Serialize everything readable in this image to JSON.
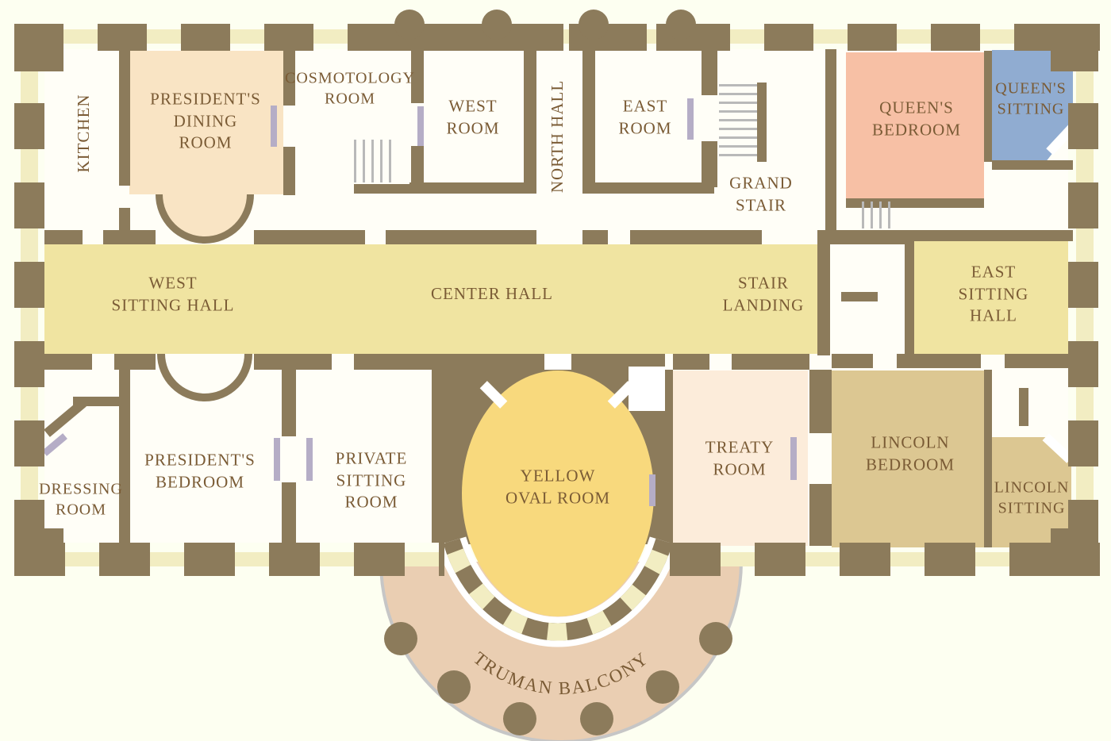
{
  "palette": {
    "page_bg": "#fdfff1",
    "interior_white": "#fffef7",
    "wall": "#8c7b5b",
    "window_band": "#f2edc2",
    "hall_yellow": "#f0e4a1",
    "oval_yellow": "#f8d97d",
    "balcony_tan": "#eaceb2",
    "dining_peach": "#f9e4c4",
    "queens_salmon": "#f7c0a5",
    "queens_blue": "#90acd1",
    "treaty_cream": "#fcecda",
    "lincoln_tan": "#dcc792",
    "label_brown": "#7a5b35",
    "door_lavender": "#b5adc6",
    "stair_gray": "#b9b9b9",
    "balcony_edge": "#c6c6c6"
  },
  "rooms": {
    "kitchen": {
      "label": "KITCHEN"
    },
    "presidents_dining": {
      "label": "PRESIDENT'S\nDINING\nROOM"
    },
    "cosmotology": {
      "label": "COSMOTOLOGY\nROOM"
    },
    "west_room": {
      "label": "WEST\nROOM"
    },
    "north_hall": {
      "label": "NORTH HALL"
    },
    "east_room": {
      "label": "EAST\nROOM"
    },
    "grand_stair": {
      "label": "GRAND\nSTAIR"
    },
    "queens_bedroom": {
      "label": "QUEEN'S\nBEDROOM"
    },
    "queens_sitting": {
      "label": "QUEEN'S\nSITTING"
    },
    "west_sitting_hall": {
      "label": "WEST\nSITTING HALL"
    },
    "center_hall": {
      "label": "CENTER HALL"
    },
    "stair_landing": {
      "label": "STAIR\nLANDING"
    },
    "east_sitting_hall": {
      "label": "EAST\nSITTING HALL"
    },
    "dressing_room": {
      "label": "DRESSING\nROOM"
    },
    "presidents_bedroom": {
      "label": "PRESIDENT'S\nBEDROOM"
    },
    "private_sitting": {
      "label": "PRIVATE\nSITTING\nROOM"
    },
    "yellow_oval": {
      "label": "YELLOW\nOVAL ROOM"
    },
    "treaty_room": {
      "label": "TREATY\nROOM"
    },
    "lincoln_bedroom": {
      "label": "LINCOLN\nBEDROOM"
    },
    "lincoln_sitting": {
      "label": "LINCOLN\nSITTING"
    },
    "truman_balcony": {
      "label": "TRUMAN BALCONY"
    }
  }
}
